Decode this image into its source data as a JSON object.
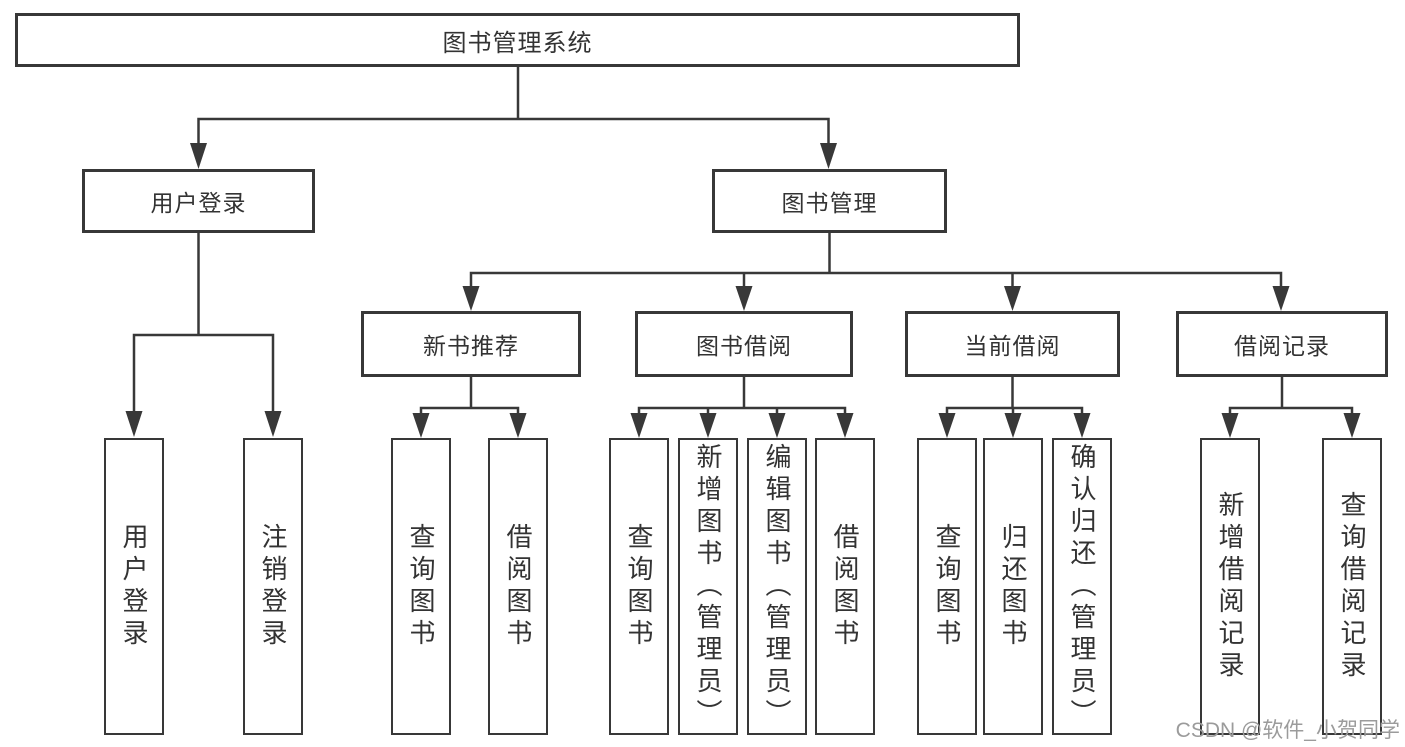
{
  "tree": {
    "root": {
      "label": "图书管理系统",
      "children": [
        {
          "label": "用户登录",
          "children": [
            {
              "label": "用户登录"
            },
            {
              "label": "注销登录"
            }
          ]
        },
        {
          "label": "图书管理",
          "children": [
            {
              "label": "新书推荐",
              "children": [
                {
                  "label": "查询图书"
                },
                {
                  "label": "借阅图书"
                }
              ]
            },
            {
              "label": "图书借阅",
              "children": [
                {
                  "label": "查询图书"
                },
                {
                  "label": "新增图书（管理员）"
                },
                {
                  "label": "编辑图书（管理员）"
                },
                {
                  "label": "借阅图书"
                }
              ]
            },
            {
              "label": "当前借阅",
              "children": [
                {
                  "label": "查询图书"
                },
                {
                  "label": "归还图书"
                },
                {
                  "label": "确认归还（管理员）"
                }
              ]
            },
            {
              "label": "借阅记录",
              "children": [
                {
                  "label": "新增借阅记录"
                },
                {
                  "label": "查询借阅记录"
                }
              ]
            }
          ]
        }
      ]
    }
  },
  "watermark": {
    "text": "CSDN @软件_小贺同学"
  },
  "colors": {
    "line": "#383838",
    "text": "#333333",
    "watermark": "#9b9b9b",
    "background": "#ffffff"
  }
}
